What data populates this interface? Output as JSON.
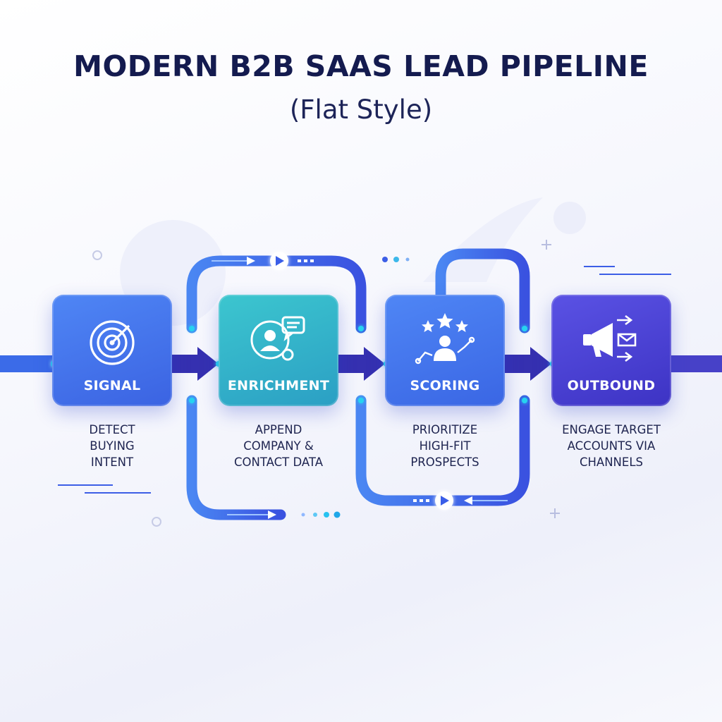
{
  "header": {
    "title": "MODERN B2B SAAS LEAD PIPELINE",
    "subtitle": "(Flat Style)"
  },
  "stages": [
    {
      "label": "SIGNAL",
      "icon": "radar-icon",
      "description": [
        "DETECT",
        "BUYING",
        "INTENT"
      ],
      "color": "#3d6ff0"
    },
    {
      "label": "ENRICHMENT",
      "icon": "contact-data-icon",
      "description": [
        "APPEND",
        "COMPANY &",
        "CONTACT DATA"
      ],
      "color": "#2fb4c8"
    },
    {
      "label": "SCORING",
      "icon": "star-rating-icon",
      "description": [
        "PRIORITIZE",
        "HIGH-FIT",
        "PROSPECTS"
      ],
      "color": "#3f78ee"
    },
    {
      "label": "OUTBOUND",
      "icon": "megaphone-icon",
      "description": [
        "ENGAGE TARGET",
        "ACCOUNTS VIA",
        "CHANNELS"
      ],
      "color": "#4f44d8"
    }
  ],
  "colors": {
    "title": "#141b4f",
    "pipe": "#3f5ee8",
    "arrow": "#3b33b8",
    "accent_cyan": "#28d3f0"
  }
}
